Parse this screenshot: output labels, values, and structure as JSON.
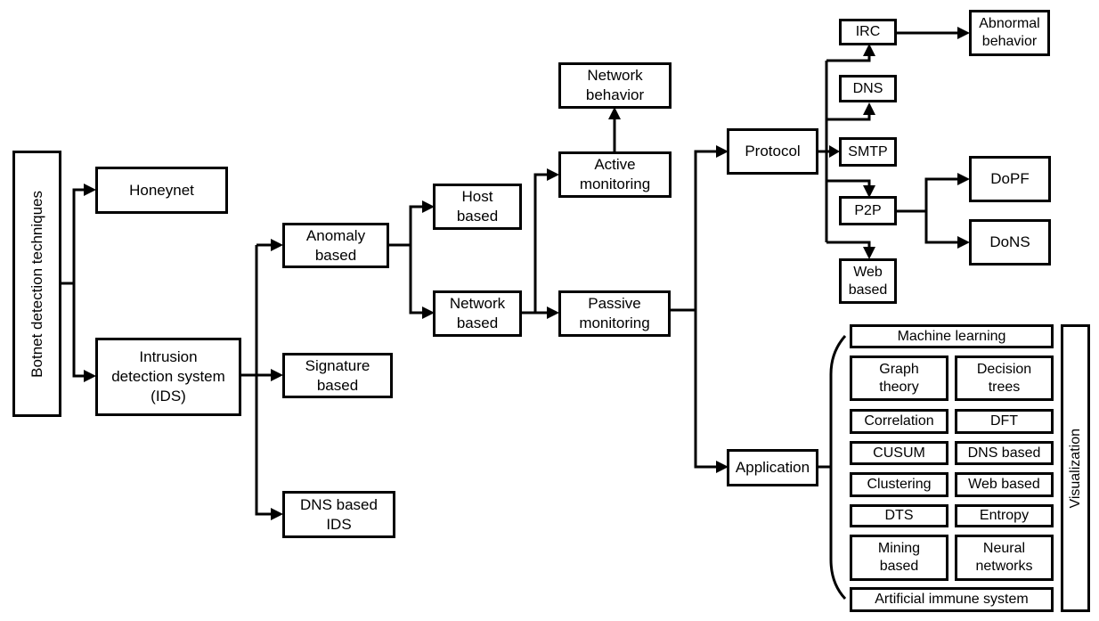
{
  "diagram": {
    "root": {
      "label": "Botnet detection techniques"
    },
    "level1": {
      "honeynet": "Honeynet",
      "ids": "Intrusion\ndetection system\n(IDS)"
    },
    "ids_children": {
      "anomaly": "Anomaly\nbased",
      "signature": "Signature\nbased",
      "dns_ids": "DNS based\nIDS"
    },
    "anomaly_children": {
      "host": "Host\nbased",
      "network": "Network\nbased"
    },
    "network_children": {
      "active": "Active\nmonitoring",
      "passive": "Passive\nmonitoring"
    },
    "active_children": {
      "network_behavior": "Network\nbehavior"
    },
    "passive_children": {
      "protocol": "Protocol",
      "application": "Application"
    },
    "protocol_children": {
      "irc": "IRC",
      "dns": "DNS",
      "smtp": "SMTP",
      "p2p": "P2P",
      "web": "Web\nbased"
    },
    "irc_children": {
      "abnormal": "Abnormal\nbehavior"
    },
    "p2p_children": {
      "dopf": "DoPF",
      "dons": "DoNS"
    },
    "application_children": {
      "machine_learning": "Machine learning",
      "graph_theory": "Graph\ntheory",
      "decision_trees": "Decision\ntrees",
      "correlation": "Correlation",
      "dft": "DFT",
      "cusum": "CUSUM",
      "dns_based": "DNS based",
      "clustering": "Clustering",
      "web_based": "Web based",
      "dts": "DTS",
      "entropy": "Entropy",
      "mining_based": "Mining\nbased",
      "neural_networks": "Neural\nnetworks",
      "artificial_immune": "Artificial immune system",
      "visualization": "Visualization"
    }
  }
}
